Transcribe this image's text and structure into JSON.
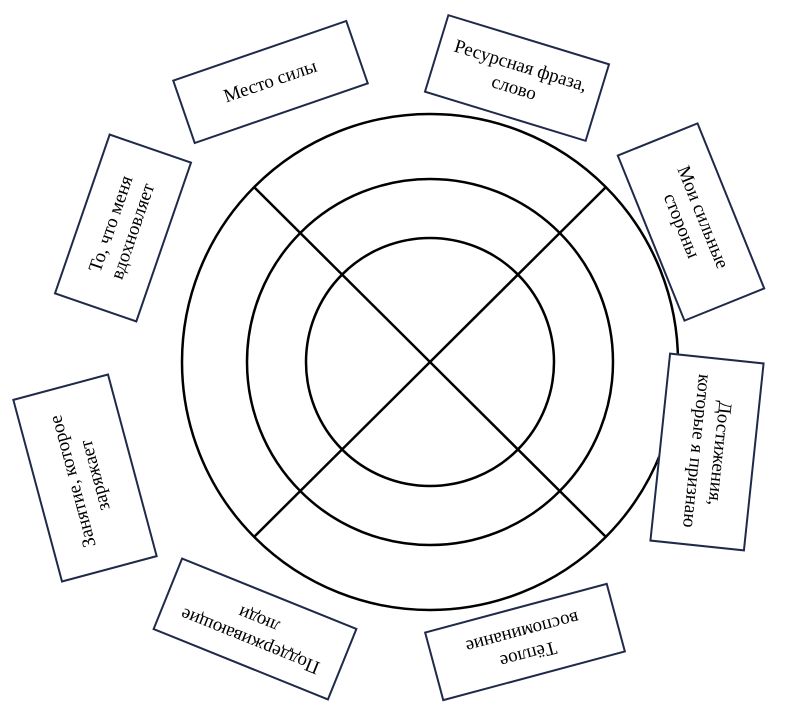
{
  "diagram": {
    "stroke_color": "#000000",
    "box_border_color": "#1f2a4a",
    "rings": 3,
    "sectors": 4
  },
  "labels": {
    "place_of_power": "Место силы",
    "resource_phrase": "Ресурсная фраза, слово",
    "strengths": "Мои сильные стороны",
    "achievements": "Достижения, которые я признаю",
    "warm_memory": "Тёплое воспоминание",
    "supportive_people": "Поддерживающие люди",
    "inspiring_activity": "Занятие, которое заряжает",
    "inspires_me": "То, что меня вдохновляет"
  }
}
